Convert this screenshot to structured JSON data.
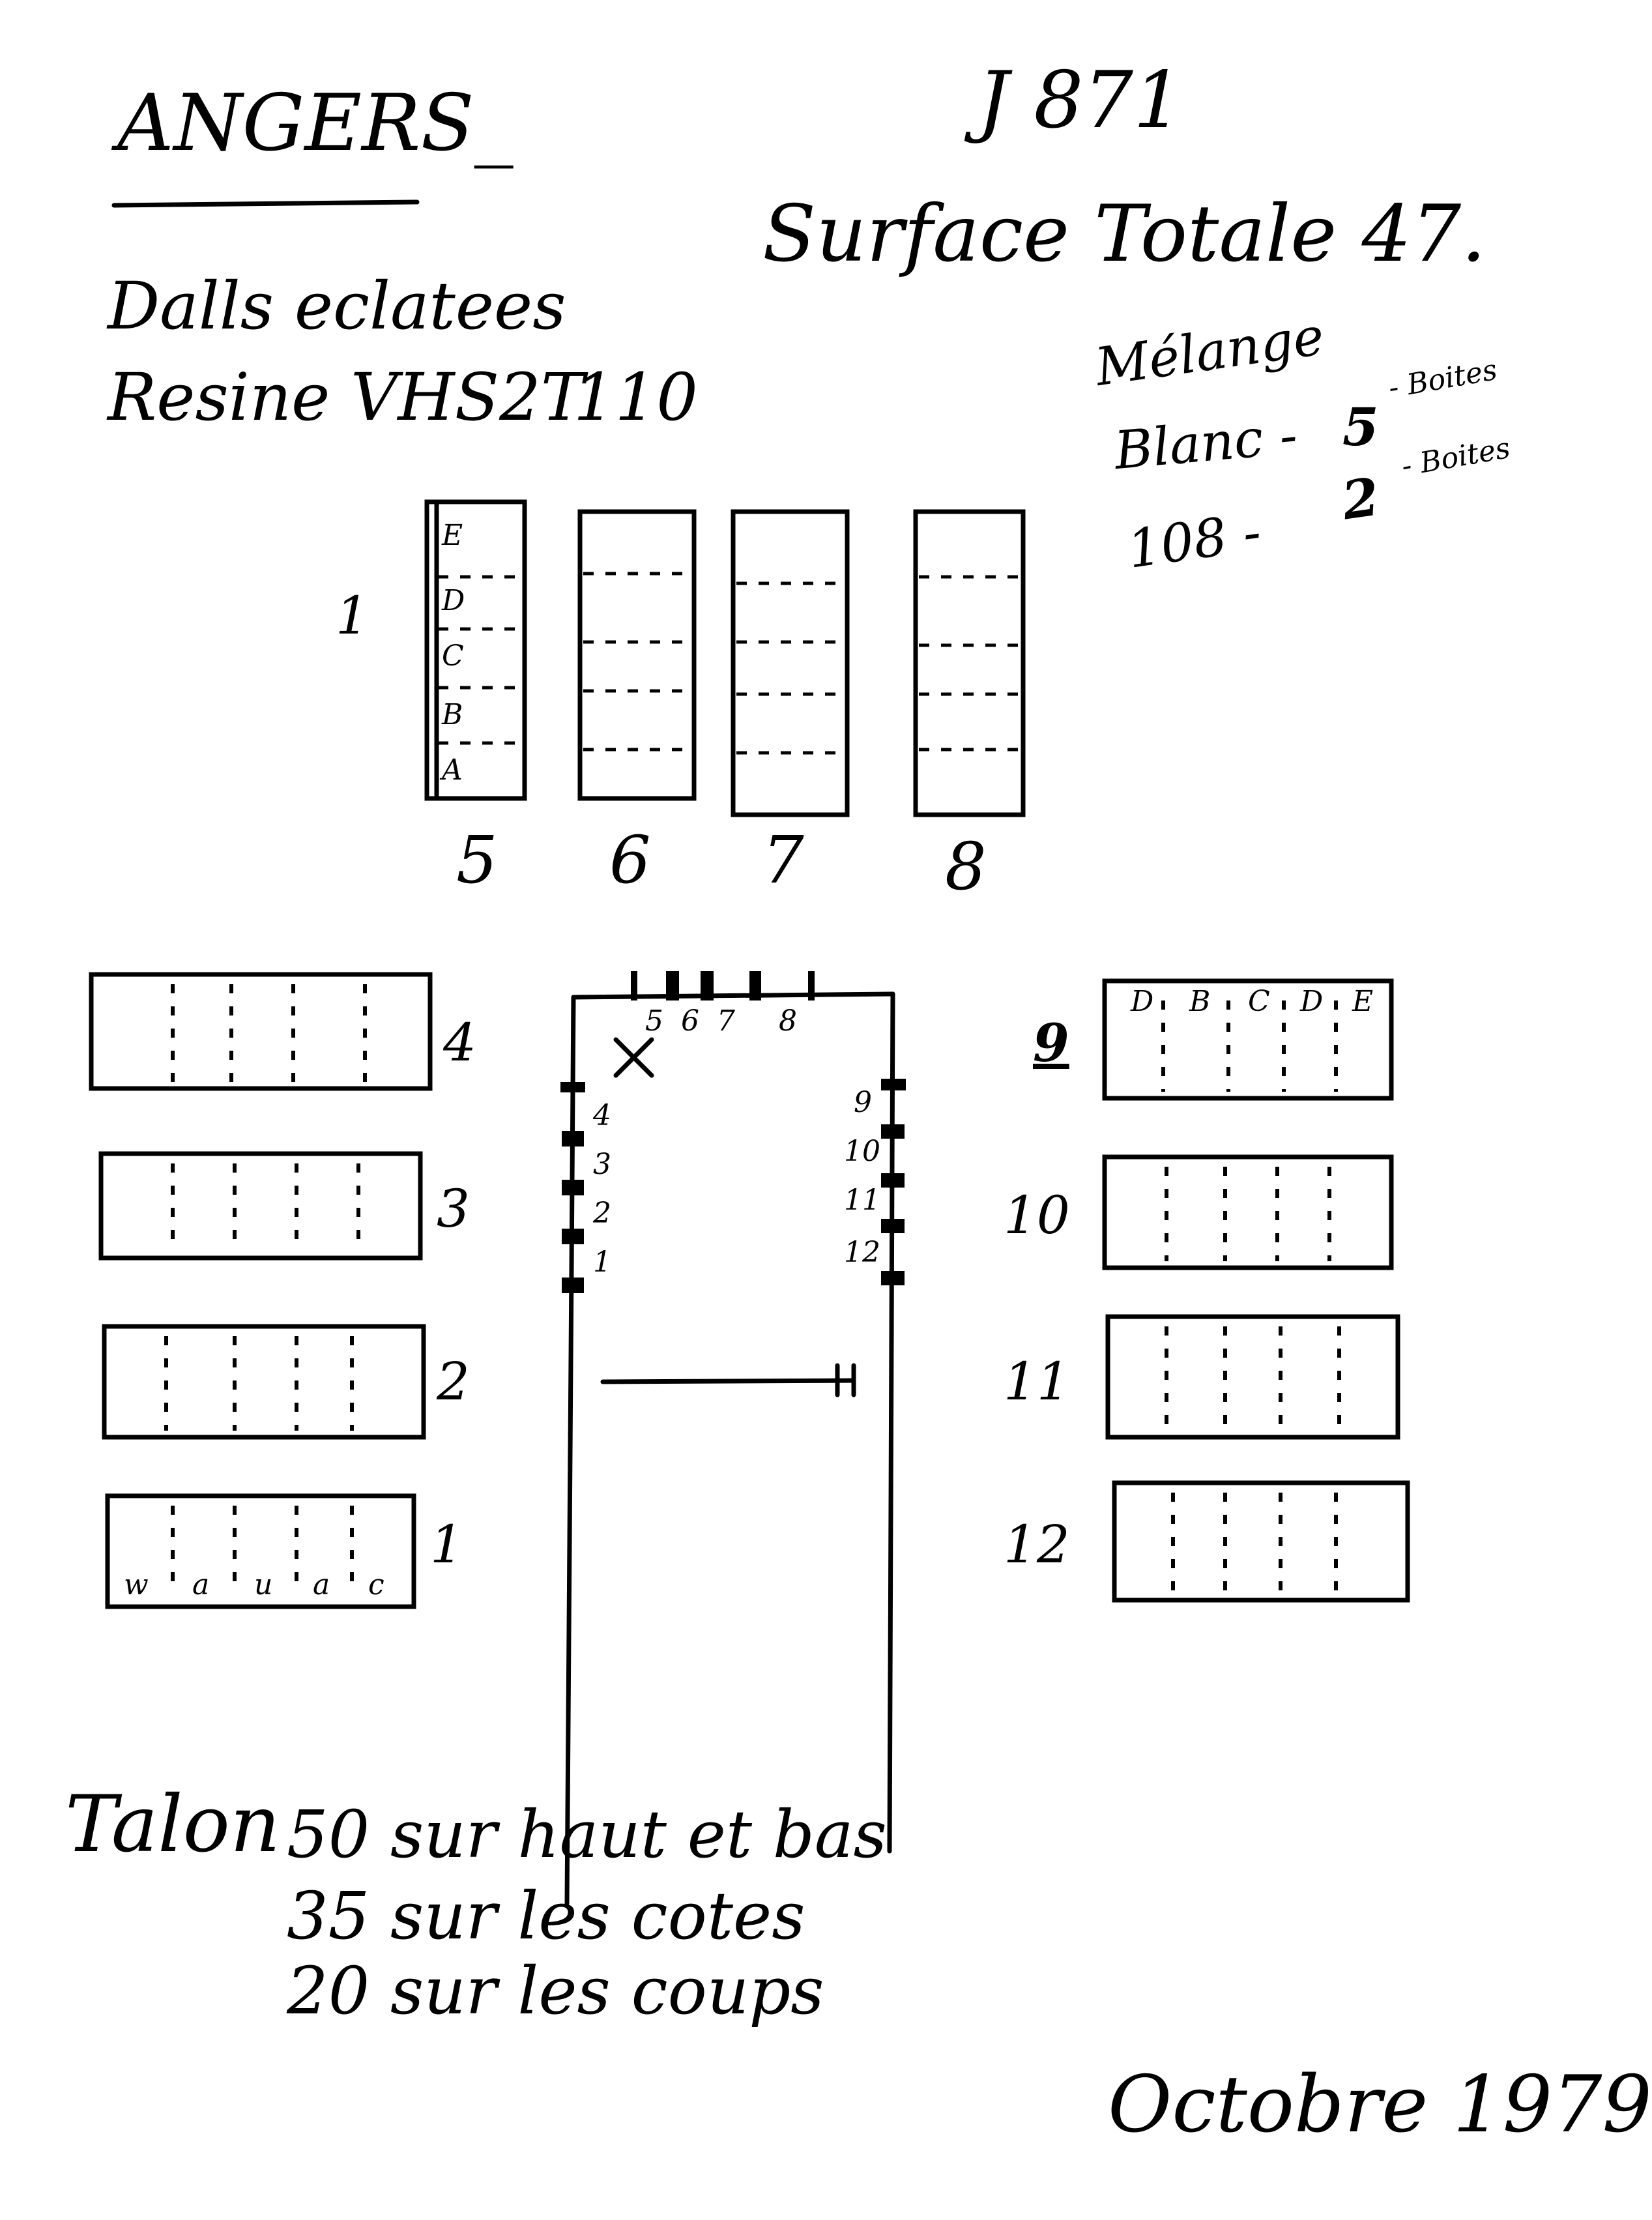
{
  "header": {
    "place": "ANGERS_",
    "reference": "J 871",
    "surface": "Surface Totale 47."
  },
  "material": {
    "line1": "Dalls eclatees",
    "line2": "Resine VHS2T",
    "line2_value": "110"
  },
  "melange": {
    "title": "Mélange",
    "blanc_label": "Blanc -",
    "blanc_count": "5",
    "blanc_unit": "- Boites",
    "ref_label": "108 -",
    "ref_count": "2",
    "ref_unit": "- Boites"
  },
  "top_row": {
    "row_marker": "1",
    "panels": [
      {
        "label": "5",
        "letters": [
          "E",
          "D",
          "C",
          "B",
          "A"
        ]
      },
      {
        "label": "6"
      },
      {
        "label": "7"
      },
      {
        "label": "8"
      }
    ]
  },
  "left_panels": [
    {
      "label": "4"
    },
    {
      "label": "3"
    },
    {
      "label": "2"
    },
    {
      "label": "1",
      "letters": [
        "w",
        "a",
        "u",
        "a",
        "c"
      ]
    }
  ],
  "right_panels": [
    {
      "label": "9",
      "letters": [
        "D",
        "B",
        "C",
        "D",
        "E"
      ]
    },
    {
      "label": "10"
    },
    {
      "label": "11"
    },
    {
      "label": "12"
    }
  ],
  "frame": {
    "top_labels": [
      "5",
      "6",
      "7",
      "8"
    ],
    "left_labels": [
      "4",
      "3",
      "2",
      "1"
    ],
    "right_labels": [
      "9",
      "10",
      "11",
      "12"
    ],
    "mark": "X"
  },
  "notes": {
    "talon_word": "Talon",
    "talon_line1": "50 sur haut et bas",
    "talon_line2": "35 sur les cotes",
    "talon_line3": "20 sur les coups",
    "date": "Octobre 1979"
  }
}
